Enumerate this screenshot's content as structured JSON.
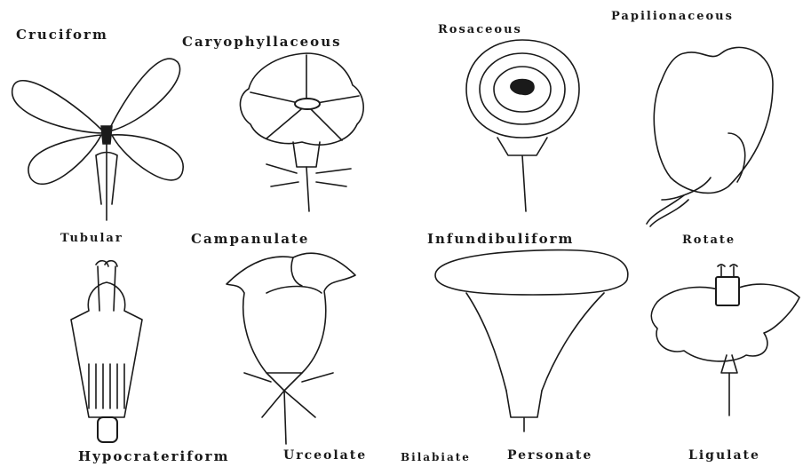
{
  "labels": {
    "cruciform": "Cruciform",
    "caryophyllaceous": "Caryophyllaceous",
    "rosaceous": "Rosaceous",
    "papilionaceous": "Papilionaceous",
    "tubular": "Tubular",
    "campanulate": "Campanulate",
    "infundibuliform": "Infundibuliform",
    "rotate": "Rotate",
    "hypocrateriform": "Hypocrateriform",
    "urceolate": "Urceolate",
    "bilabiate": "Bilabiate",
    "personate": "Personate",
    "ligulate": "Ligulate"
  }
}
